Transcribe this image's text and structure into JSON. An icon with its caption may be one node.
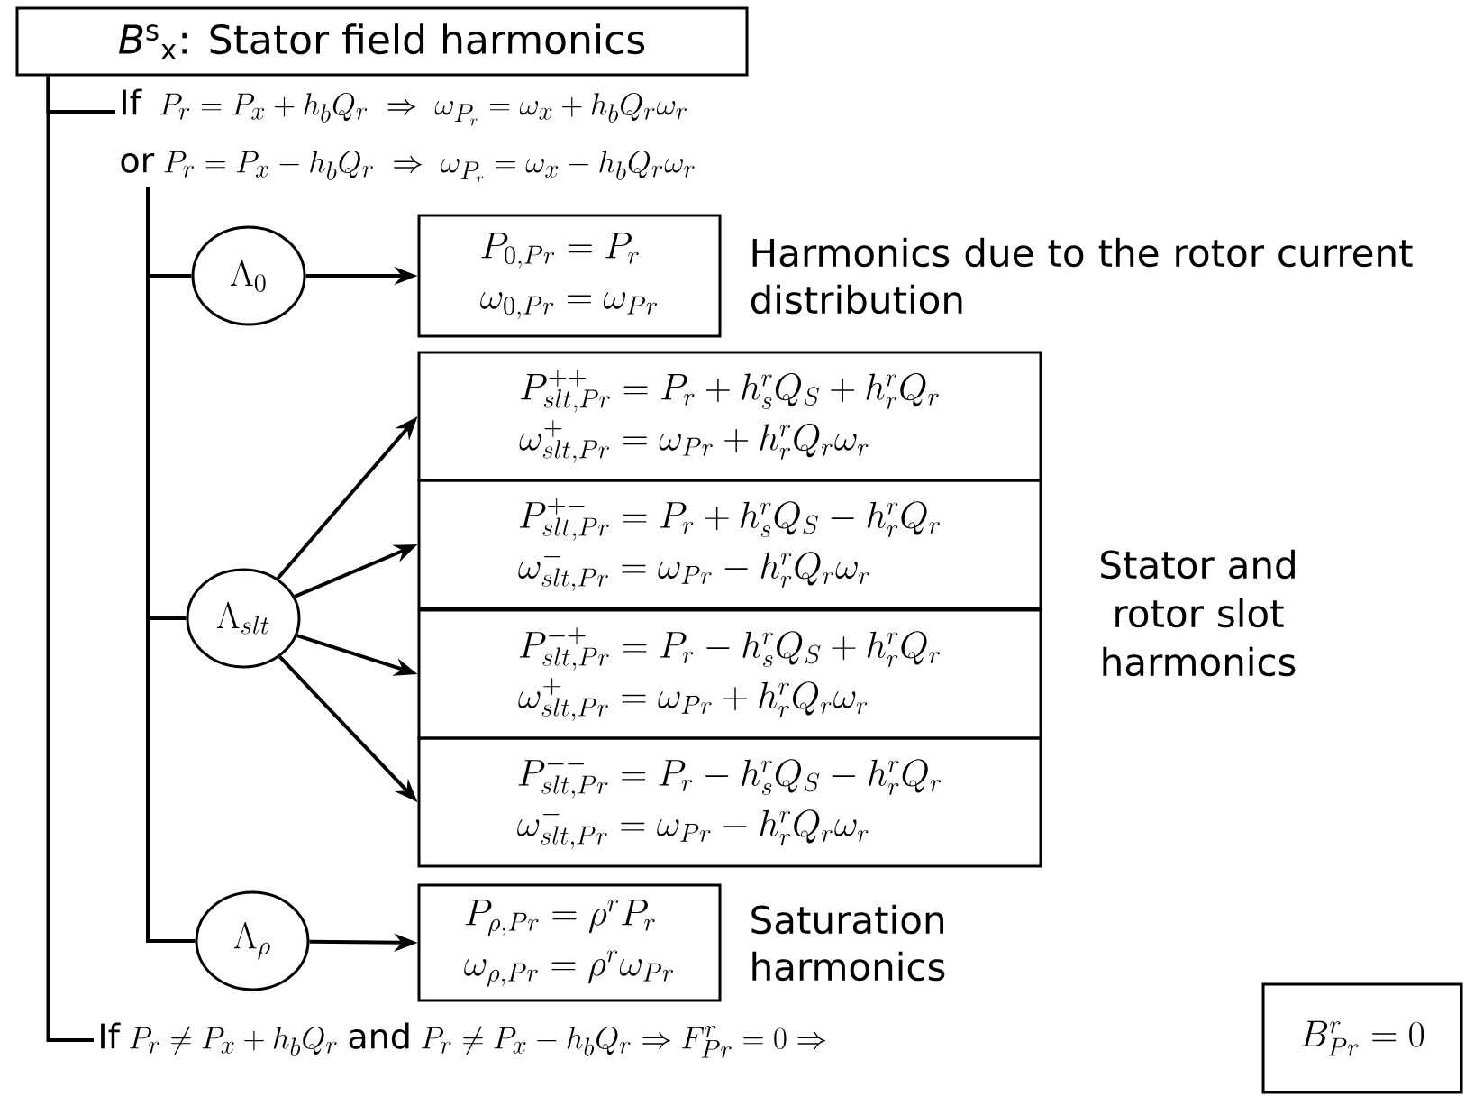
{
  "diagram": {
    "nodes": [
      {
        "text": [
          "*B*$^{s}$$_{x}$: Stator field harmonics"
        ]
      },
      {
        "text": [
          "\\mathrm{If}\\;\\; P_r = P_x + h_bQ_r \\;\\Rightarrow\\; \\omega_{P_r} = \\omega_x + h_bQ_r\\omega_r",
          "\\mathrm{or}\\; P_r = P_x - h_bQ_r \\;\\Rightarrow\\; \\omega_{P_r} = \\omega_x - h_bQ_r\\omega_r"
        ]
      },
      {
        "text": [
          "\\Lambda_0"
        ]
      },
      {
        "text": [
          "P_{0,Pr} = P_r",
          "\\omega_{0,Pr} = \\omega_{Pr}"
        ],
        "beside": [
          "Harmonics due to the rotor current distribution"
        ]
      },
      {
        "text": [
          "\\Lambda_{slt}"
        ]
      },
      {
        "text": [
          "P^{++}_{slt,Pr} = P_r + h^r_sQ_S + h^r_rQ_r",
          "\\omega^{+}_{slt,Pr} = \\omega_{Pr} + h^r_rQ_r\\omega_r"
        ]
      },
      {
        "text": [
          "P^{+-}_{slt,Pr} = P_r + h^r_sQ_S - h^r_rQ_r",
          "\\omega^{-}_{slt,Pr} = \\omega_{Pr} - h^r_rQ_r\\omega_r"
        ]
      },
      {
        "text": [
          "P^{-+}_{slt,Pr} = P_r - h^r_sQ_S + h^r_rQ_r",
          "\\omega^{+}_{slt,Pr} = \\omega_{Pr} + h^r_rQ_r\\omega_r"
        ]
      },
      {
        "text": [
          "P^{--}_{slt,Pr} = P_r - h^r_sQ_S - h^r_rQ_r",
          "\\omega^{-}_{slt,Pr} = \\omega_{Pr} - h^r_rQ_r\\omega_r"
        ]
      },
      {
        "text": [
          "\\Lambda_{\\rho}"
        ]
      },
      {
        "text": [
          "P_{\\rho,Pr} = \\rho^rP_r",
          "\\omega_{\\rho,Pr} = \\rho^r\\omega_{Pr}"
        ],
        "beside": [
          "Saturation harmonics"
        ]
      },
      {
        "text": [
          "\\mathrm{If}\\; P_r \\neq P_x + h_bQ_r \\;\\mathrm{and}\\; P_r \\neq P_x - h_bQ_r \\Rightarrow F^r_{Pr} = 0 \\Rightarrow"
        ]
      },
      {
        "text": [
          "B^r_{Pr} = 0"
        ]
      }
    ],
    "edges": [
      {
        "from": 0,
        "to": 1,
        "arrow": "none"
      },
      {
        "from": 0,
        "to": 11,
        "arrow": "none"
      },
      {
        "from": 1,
        "to": 2,
        "arrow": "none"
      },
      {
        "from": 1,
        "to": 4,
        "arrow": "none"
      },
      {
        "from": 1,
        "to": 9,
        "arrow": "none"
      },
      {
        "from": 2,
        "to": 3,
        "arrow": "to"
      },
      {
        "from": 4,
        "to": 5,
        "arrow": "to"
      },
      {
        "from": 4,
        "to": 6,
        "arrow": "to"
      },
      {
        "from": 4,
        "to": 7,
        "arrow": "to"
      },
      {
        "from": 4,
        "to": 8,
        "arrow": "to"
      },
      {
        "from": 9,
        "to": 10,
        "arrow": "to"
      }
    ],
    "labels": [
      "Stator and rotor slot harmonics"
    ]
  }
}
